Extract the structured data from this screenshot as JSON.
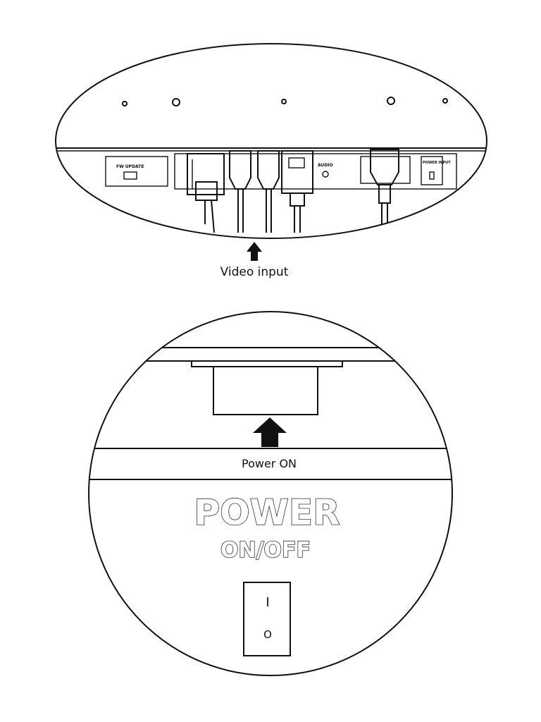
{
  "top_panel": {
    "port_labels": {
      "fw_update": "FW UPDATE",
      "audio": "AUDIO",
      "power_input": "POWER INPUT"
    },
    "caption": "Video input"
  },
  "bottom_panel": {
    "caption": "Power ON",
    "power_title": "POWER",
    "power_subtitle": "ON/OFF",
    "switch_on_symbol": "I",
    "switch_off_symbol": "O"
  },
  "icons": {
    "arrow": "up-arrow-icon",
    "switch": "rocker-switch-icon"
  },
  "colors": {
    "ink": "#111111",
    "background": "#ffffff"
  }
}
